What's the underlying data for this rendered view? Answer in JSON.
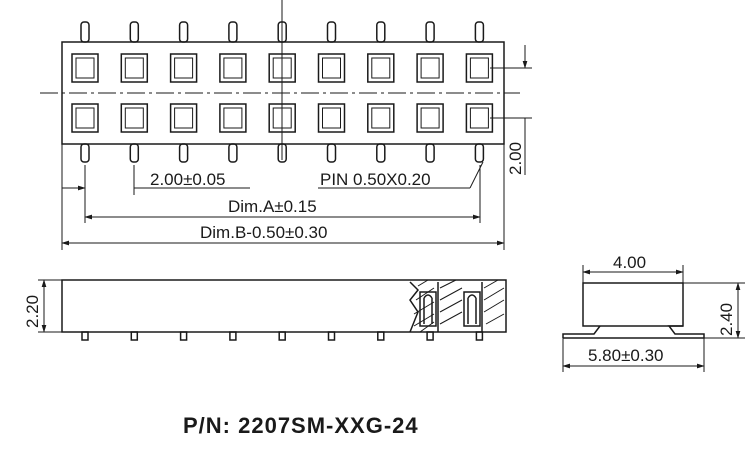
{
  "part_number": "P/N: 2207SM-XXG-24",
  "dimensions": {
    "pitch": "2.00±0.05",
    "pin_size": "PIN 0.50X0.20",
    "dim_a": "Dim.A±0.15",
    "dim_b": "Dim.B-0.50±0.30",
    "row_pitch": "2.00",
    "side_height": "2.20",
    "end_top_width": "4.00",
    "end_height": "2.40",
    "end_bottom_width": "5.80±0.30"
  },
  "top_view": {
    "columns": 9,
    "rows": 2
  },
  "side_view": {
    "pins": 9
  }
}
